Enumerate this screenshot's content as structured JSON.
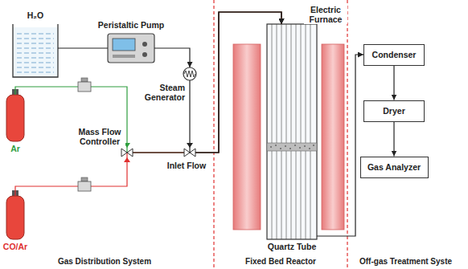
{
  "diagram": {
    "nodes": [
      {
        "text": [
          "H₂O"
        ]
      },
      {
        "text": [
          "Peristaltic Pump"
        ]
      },
      {
        "text": [
          "Steam Generator"
        ]
      },
      {
        "text": [
          "Ar"
        ]
      },
      {
        "text": [
          "CO/Ar"
        ]
      },
      {
        "text": [
          "Quartz Tube"
        ]
      },
      {
        "text": [
          "Condenser"
        ]
      },
      {
        "text": [
          "Dryer"
        ]
      },
      {
        "text": [
          "Gas Analyzer"
        ]
      }
    ],
    "edges": [
      {
        "from": 0,
        "to": 1,
        "arrow": "none"
      },
      {
        "from": 1,
        "to": 2,
        "arrow": "to"
      },
      {
        "from": 2,
        "to": 5,
        "arrow": "to"
      },
      {
        "from": 3,
        "to": 5,
        "arrow": "to"
      },
      {
        "from": 4,
        "to": 5,
        "arrow": "to"
      },
      {
        "from": 5,
        "to": 6,
        "arrow": "to"
      },
      {
        "from": 6,
        "to": 7,
        "arrow": "to"
      },
      {
        "from": 7,
        "to": 8,
        "arrow": "to"
      }
    ],
    "labels": [
      "Mass Flow Controller",
      "Inlet Flow",
      "Electric Furnace",
      "Gas Distribution System",
      "Fixed Bed Reactor",
      "Off-gas Treatment Syste"
    ]
  }
}
